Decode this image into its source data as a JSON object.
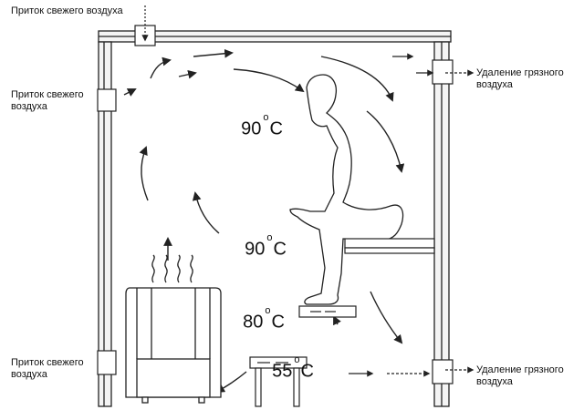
{
  "labels": {
    "top_intake": "Приток свежего воздуха",
    "left_intake_top": "Приток свежего\nвоздуха",
    "left_intake_bottom": "Приток свежего\nвоздуха",
    "exhaust_top": "Удаление грязного\nвоздуха",
    "exhaust_bottom": "Удаление грязного\nвоздуха"
  },
  "temperatures": [
    {
      "value": "90",
      "unit": "C",
      "degree": "o"
    },
    {
      "value": "90",
      "unit": "C",
      "degree": "o"
    },
    {
      "value": "80",
      "unit": "C",
      "degree": "o"
    },
    {
      "value": "55",
      "unit": "C",
      "degree": "o"
    }
  ],
  "colors": {
    "line": "#222222",
    "wall": "#f4f4f4"
  }
}
